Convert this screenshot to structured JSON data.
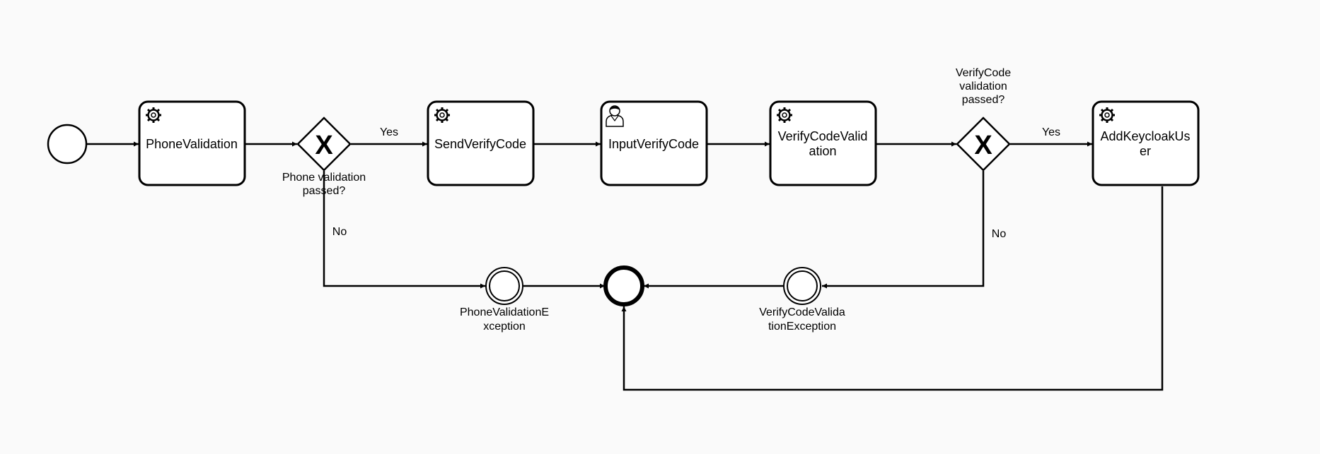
{
  "diagram": {
    "start_event": {
      "icon": "start-event-circle"
    },
    "tasks": {
      "phone_validation": {
        "label": [
          "PhoneValidation"
        ],
        "icon": "gear-icon"
      },
      "send_verify_code": {
        "label": [
          "SendVerifyCode"
        ],
        "icon": "gear-icon"
      },
      "input_verify_code": {
        "label": [
          "InputVerifyCode"
        ],
        "icon": "user-icon"
      },
      "verify_code_validation": {
        "label": [
          "VerifyCodeValid",
          "ation"
        ],
        "icon": "gear-icon"
      },
      "add_keycloak_user": {
        "label": [
          "AddKeycloakUs",
          "er"
        ],
        "icon": "gear-icon"
      }
    },
    "gateways": {
      "phone_gateway": {
        "label": [
          "Phone validation",
          "passed?"
        ],
        "marker": "X"
      },
      "verify_gateway": {
        "label": [
          "VerifyCode",
          "validation",
          "passed?"
        ],
        "marker": "X"
      }
    },
    "flow_labels": {
      "phone_yes": "Yes",
      "phone_no": "No",
      "verify_yes": "Yes",
      "verify_no": "No"
    },
    "intermediate_events": {
      "phone_exception": {
        "label": [
          "PhoneValidationE",
          "xception"
        ]
      },
      "verify_exception": {
        "label": [
          "VerifyCodeValida",
          "tionException"
        ]
      }
    },
    "end_event": {
      "icon": "end-event-circle"
    }
  }
}
